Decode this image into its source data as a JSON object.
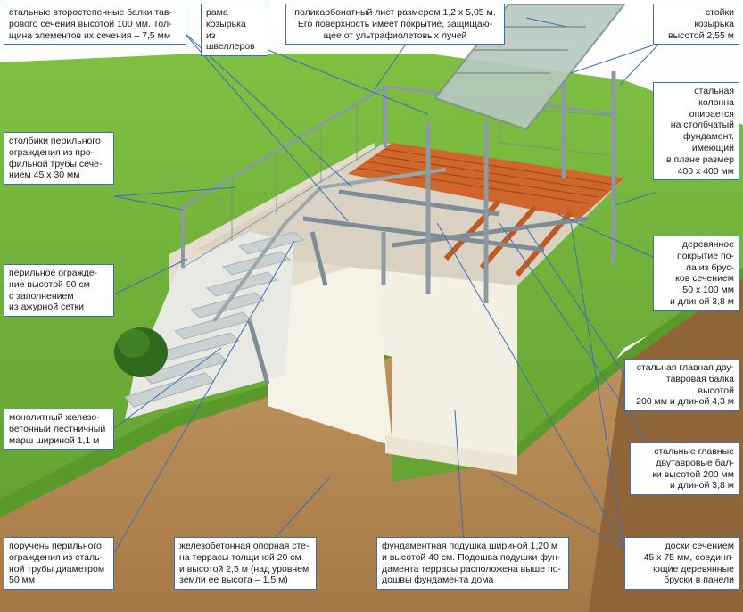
{
  "colors": {
    "callout_border": "#3a6fb8",
    "leader_line": "#3a6fb8",
    "grass": "#6fb33a",
    "soil": "#b98d5a",
    "concrete": "#f1ece0",
    "wood": "#d4682d",
    "steel": "#7d8c96",
    "polycarbonate": "#b6c8bf"
  },
  "labels": {
    "secondary_beams": "стальные второстепенные балки тав-\nрового сечения высотой 100 мм. Тол-\nщина элементов их сечения – 7,5 мм",
    "canopy_frame": "рама\nкозырька\nиз швеллеров",
    "polycarbonate": "поликарбонатный лист размером 1,2 х 5,05 м.\nЕго поверхность имеет покрытие, защищаю-\nщее от ультрафиолетовых лучей",
    "canopy_posts": "стойки\nкозырька\nвысотой 2,55 м",
    "steel_column": "стальная\nколонна\nопирается\nна столбчатый\nфундамент,\nимеющий\nв плане размер\n400 х 400 мм",
    "railing_posts": "столбики перильного\nограждения из про-\nфильной трубы сече-\nнием 45 х 30 мм",
    "railing": "перильное огражде-\nние высотой 90 см\nс заполнением\nиз ажурной сетки",
    "wood_deck": "деревянное\nпокрытие по-\nла из брус-\nков сечением\n50 х 100 мм\nи длиной 3,8 м",
    "main_beam": "стальная главная дву-\nтавровая балка высотой\n200 мм и длиной 4,3 м",
    "main_beams": "стальные главные\nдвутавровые бал-\nки высотой 200 мм\nи длиной 3,8 м",
    "stair_flight": "монолитный железо-\nбетонный лестничный\nмарш шириной 1,1 м",
    "handrail": "поручень перильного\nограждения из сталь-\nной трубы диаметром\n50 мм",
    "support_wall": "железобетонная опорная сте-\nна террасы толщиной 20 см\nи высотой 2,5 м (над уровнем\nземли ее высота – 1,5 м)",
    "foundation_pad": "фундаментная подушка шириной 1,20 м\nи высотой 40 см. Подошва подушки фун-\nдамента террасы расположена выше по-\nдошвы фундамента дома",
    "boards": "доски сечением\n45 х 75 мм, соединя-\nющие деревянные\nбруски в панели"
  }
}
